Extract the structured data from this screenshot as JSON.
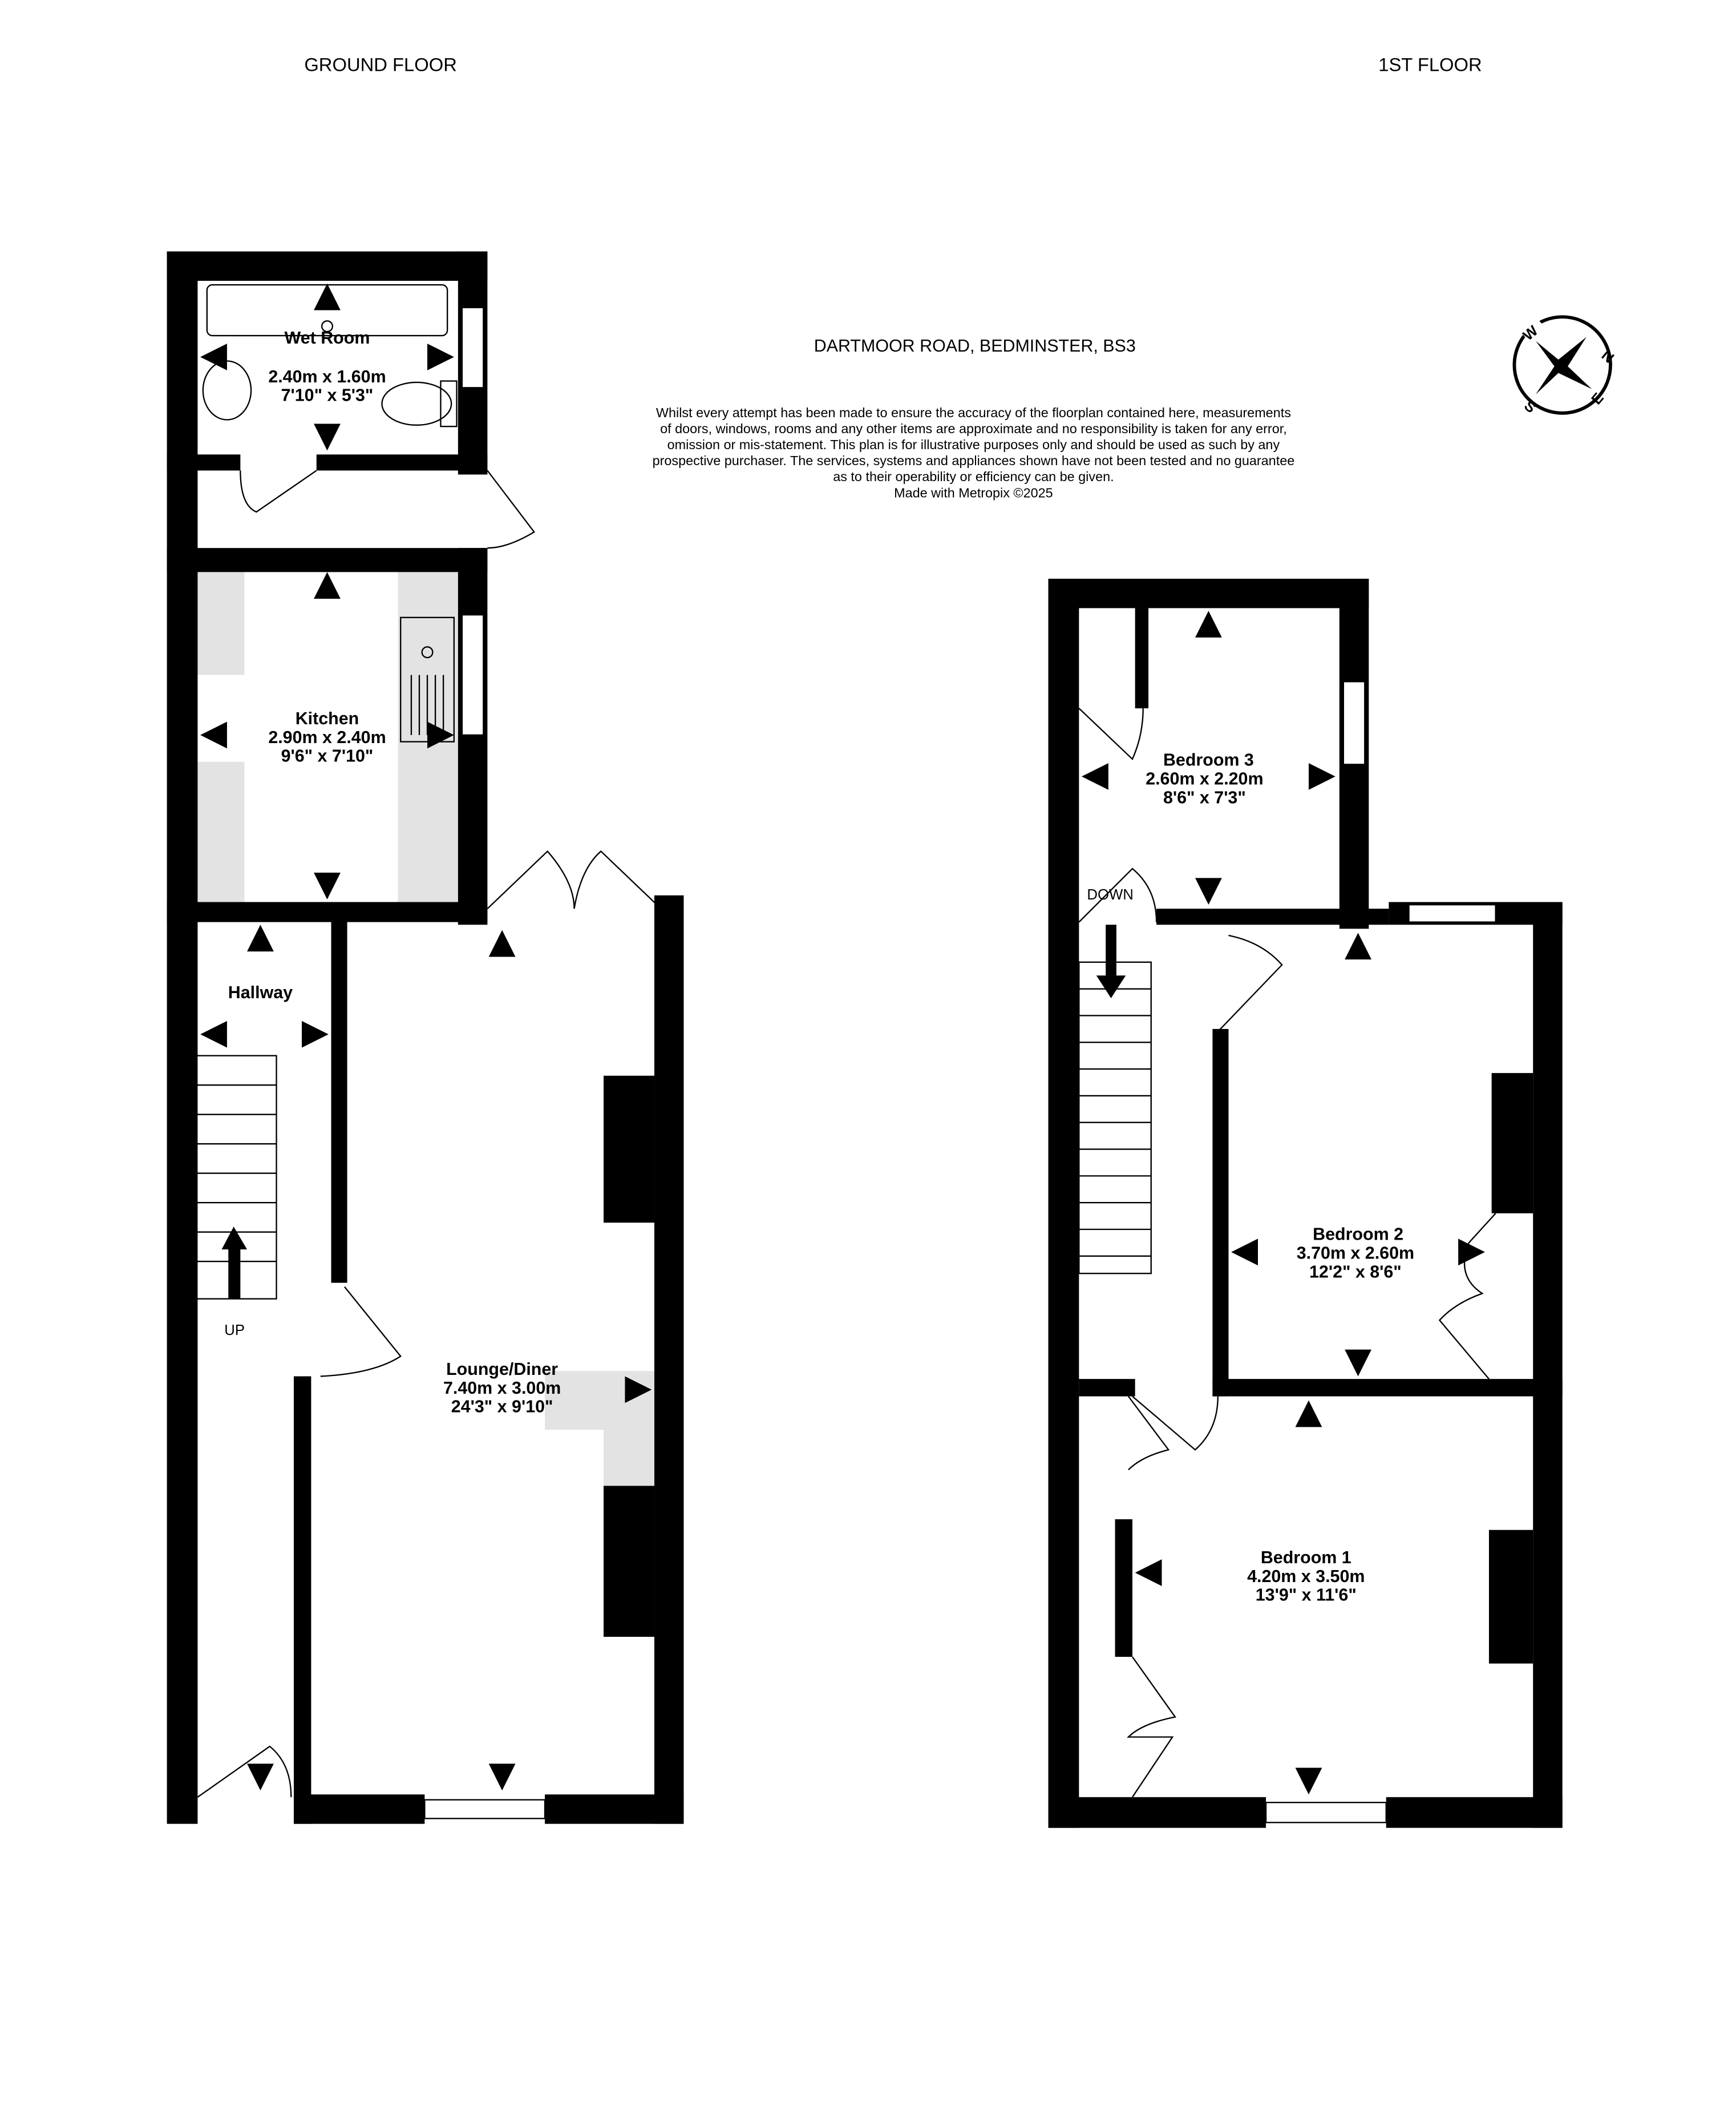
{
  "floors": {
    "ground": {
      "title": "GROUND FLOOR"
    },
    "first": {
      "title": "1ST FLOOR"
    }
  },
  "address": "DARTMOOR ROAD, BEDMINSTER, BS3",
  "disclaimer": [
    "Whilst every attempt has been made to ensure the accuracy of the floorplan contained here, measurements",
    "of doors, windows, rooms and any other items are approximate and no responsibility is taken for any error,",
    "omission or mis-statement. This plan is for illustrative purposes only and should be used as such by any",
    "prospective purchaser. The services, systems and appliances shown have not been tested and no guarantee",
    "as to their operability or efficiency can be given.",
    "Made with Metropix ©2025"
  ],
  "compass": {
    "n": "N",
    "e": "E",
    "s": "S",
    "w": "W"
  },
  "rooms": {
    "wet_room": {
      "name": "Wet Room",
      "metric": "2.40m  x 1.60m",
      "imperial": "7'10\"  x 5'3\""
    },
    "kitchen": {
      "name": "Kitchen",
      "metric": "2.90m  x 2.40m",
      "imperial": "9'6\"  x 7'10\""
    },
    "hallway": {
      "name": "Hallway"
    },
    "lounge": {
      "name": "Lounge/Diner",
      "metric": "7.40m  x 3.00m",
      "imperial": "24'3\"  x 9'10\""
    },
    "bedroom3": {
      "name": "Bedroom 3",
      "metric": "2.60m  x 2.20m",
      "imperial": "8'6\"  x 7'3\""
    },
    "bedroom2": {
      "name": "Bedroom 2",
      "metric": "3.70m  x 2.60m",
      "imperial": "12'2\"  x 8'6\""
    },
    "bedroom1": {
      "name": "Bedroom 1",
      "metric": "4.20m  x 3.50m",
      "imperial": "13'9\"  x 11'6\""
    }
  },
  "stairs": {
    "up": "UP",
    "down": "DOWN"
  }
}
